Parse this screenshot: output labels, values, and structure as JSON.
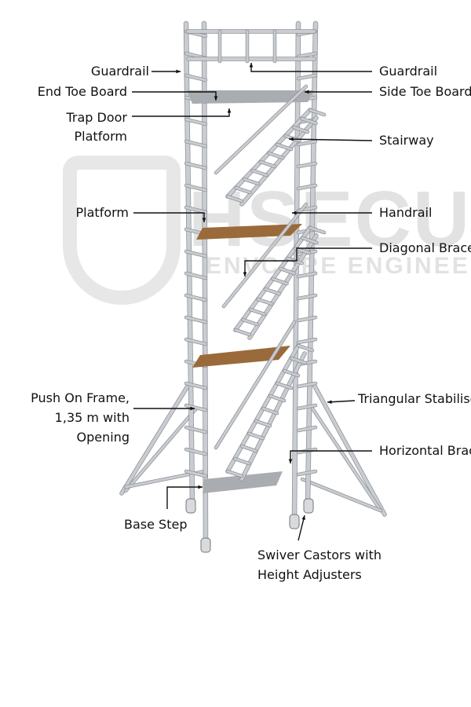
{
  "watermark": {
    "brand": "HSECURE",
    "sub": "ENVCORE ENGINEERS"
  },
  "labels_left": {
    "guardrail": "Guardrail",
    "end_toe_board": "End Toe Board",
    "trap_door_1": "Trap Door",
    "trap_door_2": "Platform",
    "platform": "Platform",
    "push_on_1": "Push On Frame,",
    "push_on_2": "1,35 m with",
    "push_on_3": "Opening",
    "base_step": "Base Step"
  },
  "labels_right": {
    "guardrail": "Guardrail",
    "side_toe_board": "Side Toe Board",
    "stairway": "Stairway",
    "handrail": "Handrail",
    "diagonal_brace": "Diagonal Brace",
    "triangular_stabiliser": "Triangular Stabiliser",
    "horizontal_brace": "Horizontal Brace",
    "castors_1": "Swiver Castors with",
    "castors_2": "Height Adjusters"
  },
  "colors": {
    "tube": "#c9ccd0",
    "tube_edge": "#8d9197",
    "wood": "#9a6a3a",
    "deck": "#a9acb0"
  }
}
